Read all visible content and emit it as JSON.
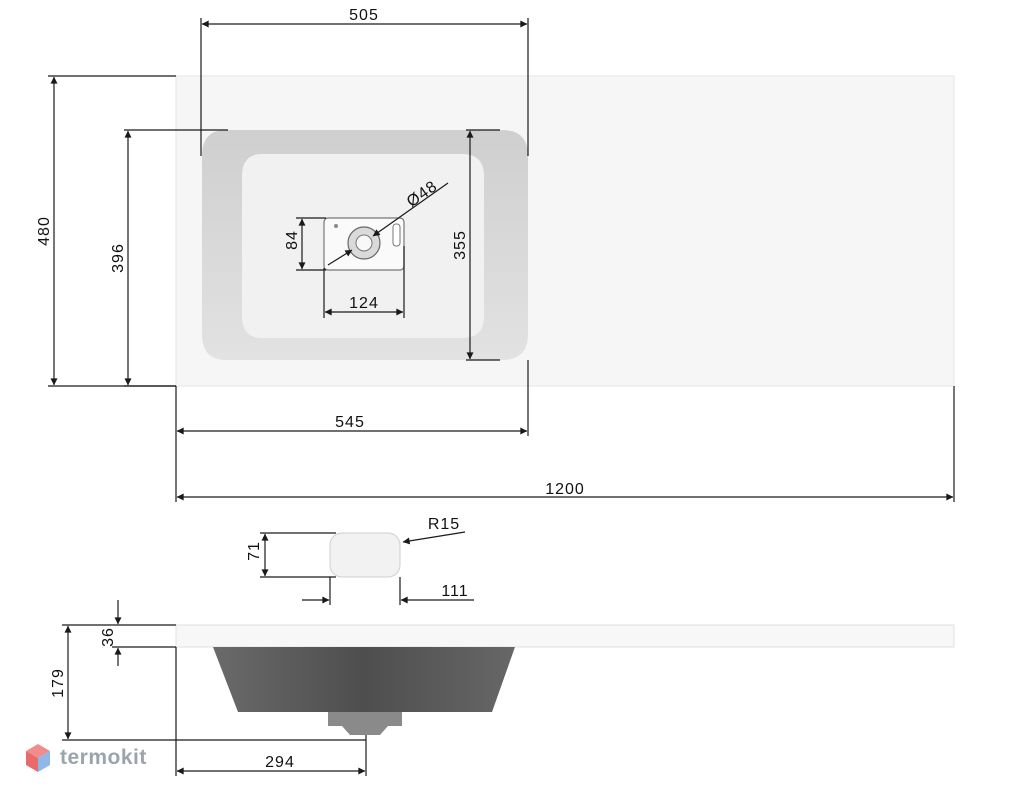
{
  "dimensions": {
    "d505": "505",
    "d480": "480",
    "d396": "396",
    "d355": "355",
    "d48": "Ø48",
    "d84": "84",
    "d124": "124",
    "d545": "545",
    "d1200": "1200",
    "d71": "71",
    "r15": "R15",
    "d111": "111",
    "d36": "36",
    "d179": "179",
    "d294": "294"
  },
  "brand": {
    "name": "termokit"
  },
  "colors": {
    "line": "#1a1a1a",
    "bowl_inner": "#f1f1f1",
    "bowl_side": "#d2d2d2",
    "section_dark": "#5c5c5c",
    "brand_text": "#9aa4ad"
  }
}
